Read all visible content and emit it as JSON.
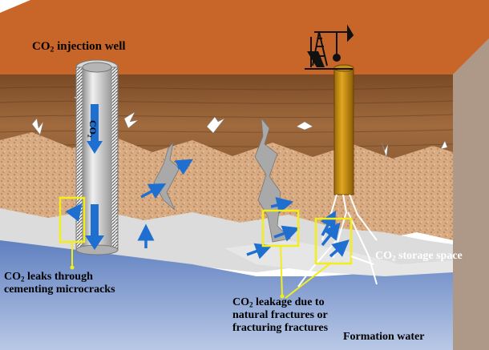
{
  "labels": {
    "injection_well": {
      "prefix": "CO",
      "sub": "2",
      "suffix": " injection well"
    },
    "cement_leak": {
      "prefix": "CO",
      "sub": "2",
      "suffix": " leaks through",
      "line2": "cementing microcracks"
    },
    "fracture_leak": {
      "prefix": "CO",
      "sub": "2",
      "suffix": " leakage due to",
      "line2": "natural fractures or",
      "line3": "fracturing fractures"
    },
    "storage_space": {
      "prefix": "CO",
      "sub": "2",
      "suffix": " storage space"
    },
    "formation_water": "Formation water",
    "well_pipe_text": "CO₂"
  },
  "colors": {
    "surface_top": "#c8662a",
    "surface_front": "#a34e1e",
    "shale": "#8b5a33",
    "sandstone": "#d8ab82",
    "caprock": "#dcdcdc",
    "water": "#7f98cc",
    "flow_arrow": "#1f6fd1",
    "highlight_box": "#f2ee1a"
  }
}
